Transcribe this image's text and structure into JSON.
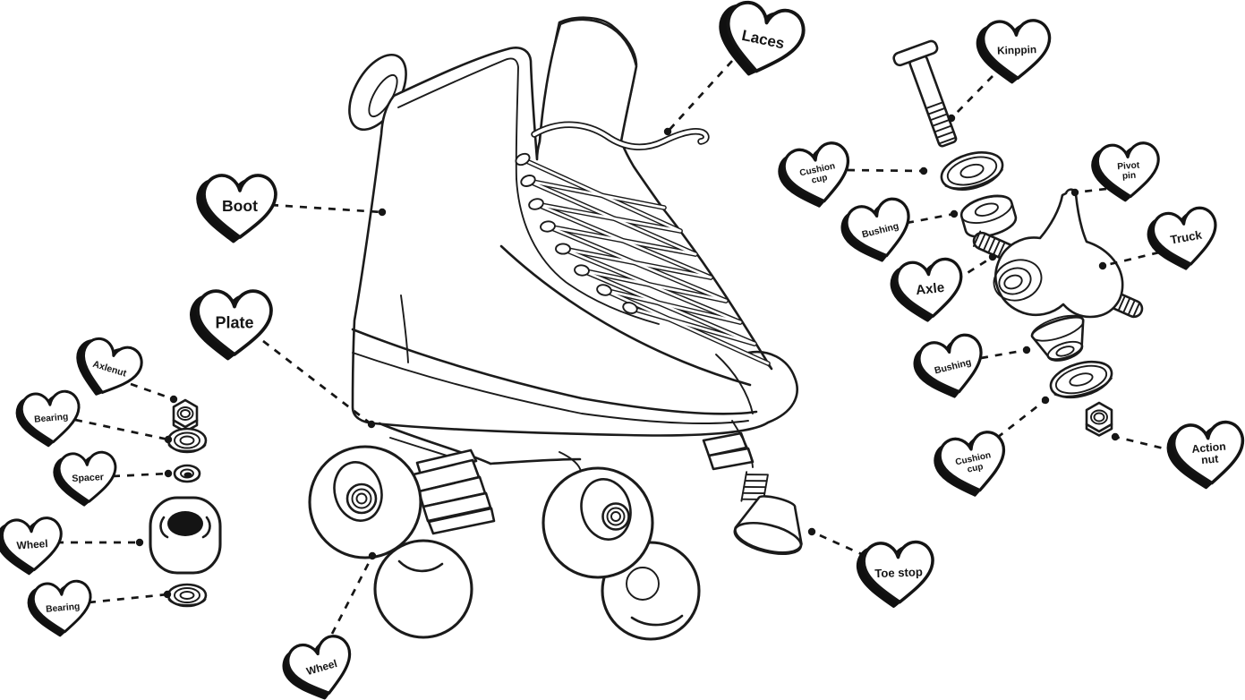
{
  "colors": {
    "ink": "#1b1b1b",
    "paper": "#ffffff",
    "heart_fill": "#ffffff",
    "heart_shadow": "#101010"
  },
  "labels": {
    "boot": "Boot",
    "plate": "Plate",
    "laces": "Laces",
    "axlenut": "Axlenut",
    "bearing_top": "Bearing",
    "spacer": "Spacer",
    "wheel_left": "Wheel",
    "bearing_bottom": "Bearing",
    "wheel_bottom": "Wheel",
    "toe_stop": "Toe stop",
    "kingpin": "Kinppin",
    "cushion_cup_upper": {
      "line1": "Cushion",
      "line2": "cup"
    },
    "bushing_upper": "Bushing",
    "axle": "Axle",
    "pivot_pin": {
      "line1": "Pivot",
      "line2": "pin"
    },
    "truck": "Truck",
    "bushing_lower": "Bushing",
    "cushion_cup_lower": {
      "line1": "Cushion",
      "line2": "cup"
    },
    "action_nut": {
      "line1": "Action",
      "line2": "nut"
    }
  }
}
